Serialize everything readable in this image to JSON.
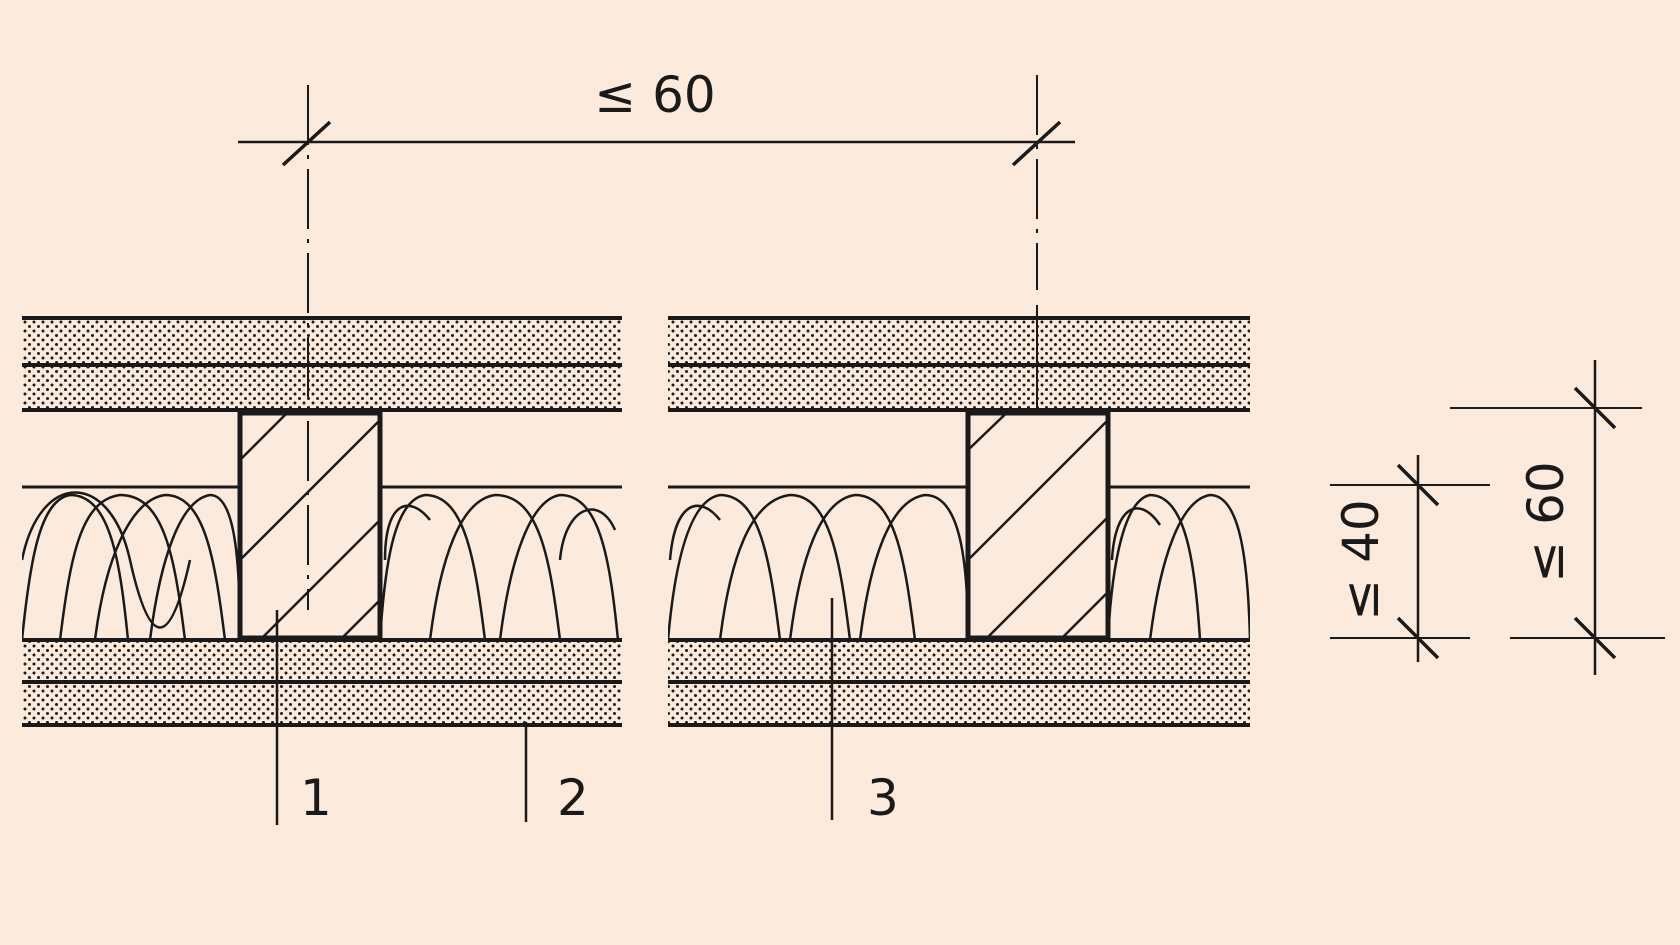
{
  "dimensions": {
    "stud_spacing": "≤ 60",
    "insulation_thickness": "≤ 40",
    "stud_depth": "≤ 60"
  },
  "labels": {
    "item1": "1",
    "item2": "2",
    "item3": "3"
  },
  "colors": {
    "background": "#fcebdc",
    "ink": "#1a1a1a"
  }
}
